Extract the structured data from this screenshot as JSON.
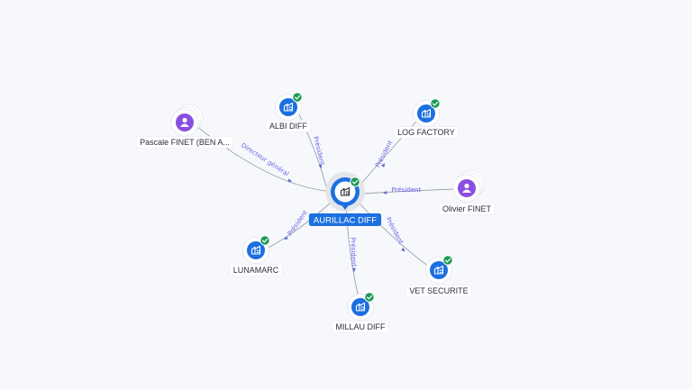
{
  "graph": {
    "center": {
      "label": "AURILLAC DIFF",
      "type": "company",
      "icon": "company-icon",
      "verified": true
    },
    "nodes": [
      {
        "id": "albi",
        "label": "ALBI DIFF",
        "type": "company",
        "icon": "company-icon",
        "verified": true
      },
      {
        "id": "log",
        "label": "LOG FACTORY",
        "type": "company",
        "icon": "company-icon",
        "verified": true
      },
      {
        "id": "pascale",
        "label": "Pascale FINET (BEN A...",
        "type": "person",
        "icon": "person-icon",
        "verified": false
      },
      {
        "id": "olivier",
        "label": "Olivier FINET",
        "type": "person",
        "icon": "person-icon",
        "verified": false
      },
      {
        "id": "luna",
        "label": "LUNAMARC",
        "type": "company",
        "icon": "company-icon",
        "verified": true
      },
      {
        "id": "vet",
        "label": "VET SECURITE",
        "type": "company",
        "icon": "company-icon",
        "verified": true
      },
      {
        "id": "millau",
        "label": "MILLAU DIFF",
        "type": "company",
        "icon": "company-icon",
        "verified": true
      }
    ],
    "edges": [
      {
        "node": "albi",
        "label": "Président"
      },
      {
        "node": "log",
        "label": "Président"
      },
      {
        "node": "pascale",
        "label": "Directeur général"
      },
      {
        "node": "olivier",
        "label": "Président"
      },
      {
        "node": "luna",
        "label": "Président"
      },
      {
        "node": "vet",
        "label": "Président"
      },
      {
        "node": "millau",
        "label": "Président"
      }
    ],
    "colors": {
      "company": "#1c6fe0",
      "person": "#8a4fe0",
      "verified": "#1e9a55",
      "edge": "#9aa1ad",
      "edge_label": "#6b5ce7"
    }
  }
}
